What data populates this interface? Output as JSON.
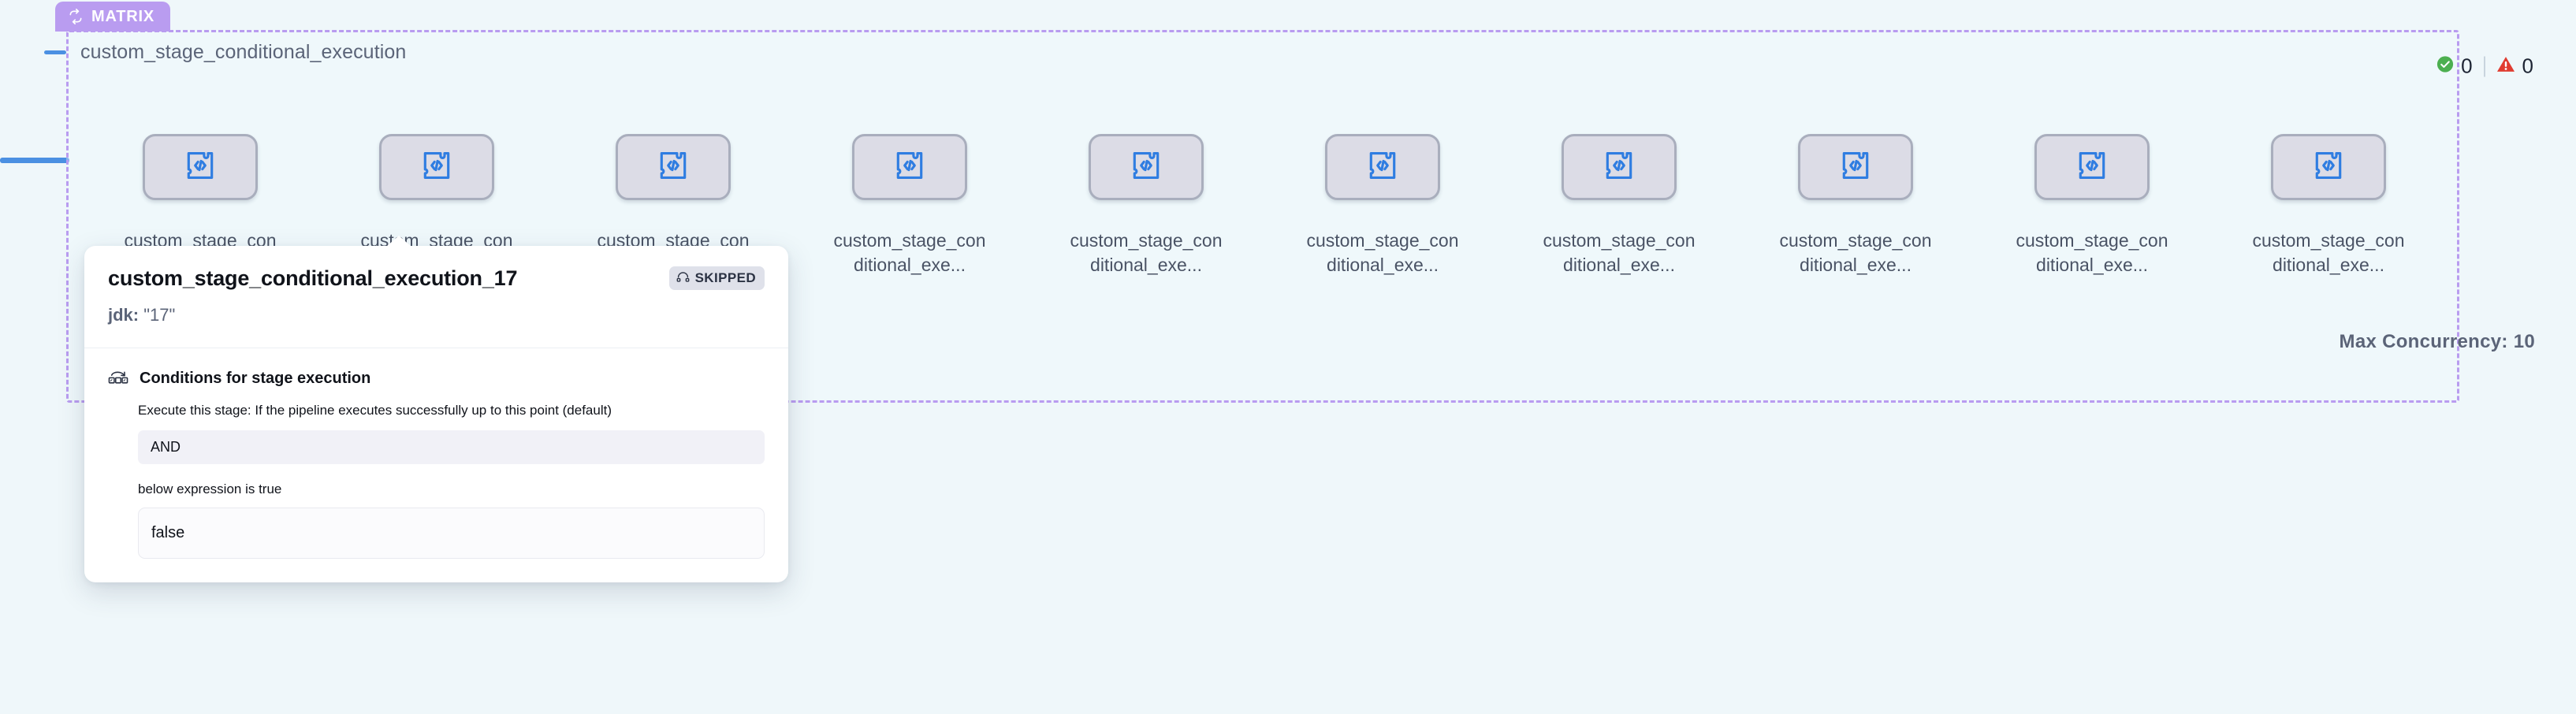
{
  "matrix_badge": {
    "label": "MATRIX",
    "icon": "loop-icon",
    "color": "#b99cf0"
  },
  "group": {
    "title": "custom_stage_conditional_execution",
    "collapse_icon": "minus-icon",
    "max_concurrency_label": "Max Concurrency: 10",
    "status": {
      "success_icon": "check-circle-icon",
      "success_count": "0",
      "success_color": "#4caf50",
      "warning_icon": "warning-triangle-icon",
      "warning_count": "0",
      "warning_color": "#e03c31"
    }
  },
  "nodes": [
    {
      "label": "custom_stage_conditional_exe...",
      "icon": "custom-stage-code-icon",
      "badge": "</>"
    },
    {
      "label": "custom_stage_conditional_exe...",
      "icon": "custom-stage-code-icon",
      "badge": "</>"
    },
    {
      "label": "custom_stage_conditional_exe...",
      "icon": "custom-stage-code-icon",
      "badge": "</>"
    },
    {
      "label": "custom_stage_conditional_exe...",
      "icon": "custom-stage-code-icon",
      "badge": "</>"
    },
    {
      "label": "custom_stage_conditional_exe...",
      "icon": "custom-stage-code-icon",
      "badge": "</>"
    },
    {
      "label": "custom_stage_conditional_exe...",
      "icon": "custom-stage-code-icon",
      "badge": "</>"
    },
    {
      "label": "custom_stage_conditional_exe...",
      "icon": "custom-stage-code-icon",
      "badge": "</>"
    },
    {
      "label": "custom_stage_conditional_exe...",
      "icon": "custom-stage-code-icon",
      "badge": "</>"
    },
    {
      "label": "custom_stage_conditional_exe...",
      "icon": "custom-stage-code-icon",
      "badge": "</>"
    },
    {
      "label": "custom_stage_conditional_exe...",
      "icon": "custom-stage-code-icon",
      "badge": "</>"
    }
  ],
  "tooltip": {
    "title": "custom_stage_conditional_execution_17",
    "status_badge": {
      "label": "SKIPPED",
      "icon": "skip-arc-icon"
    },
    "matrix_key": "jdk:",
    "matrix_value": "\"17\"",
    "conditions": {
      "icon": "skip-step-icon",
      "heading": "Conditions for stage execution",
      "description": "Execute this stage: If the pipeline executes successfully up to this point (default)",
      "operator_value": "AND",
      "expression_label": "below expression is true",
      "expression_value": "false"
    }
  }
}
